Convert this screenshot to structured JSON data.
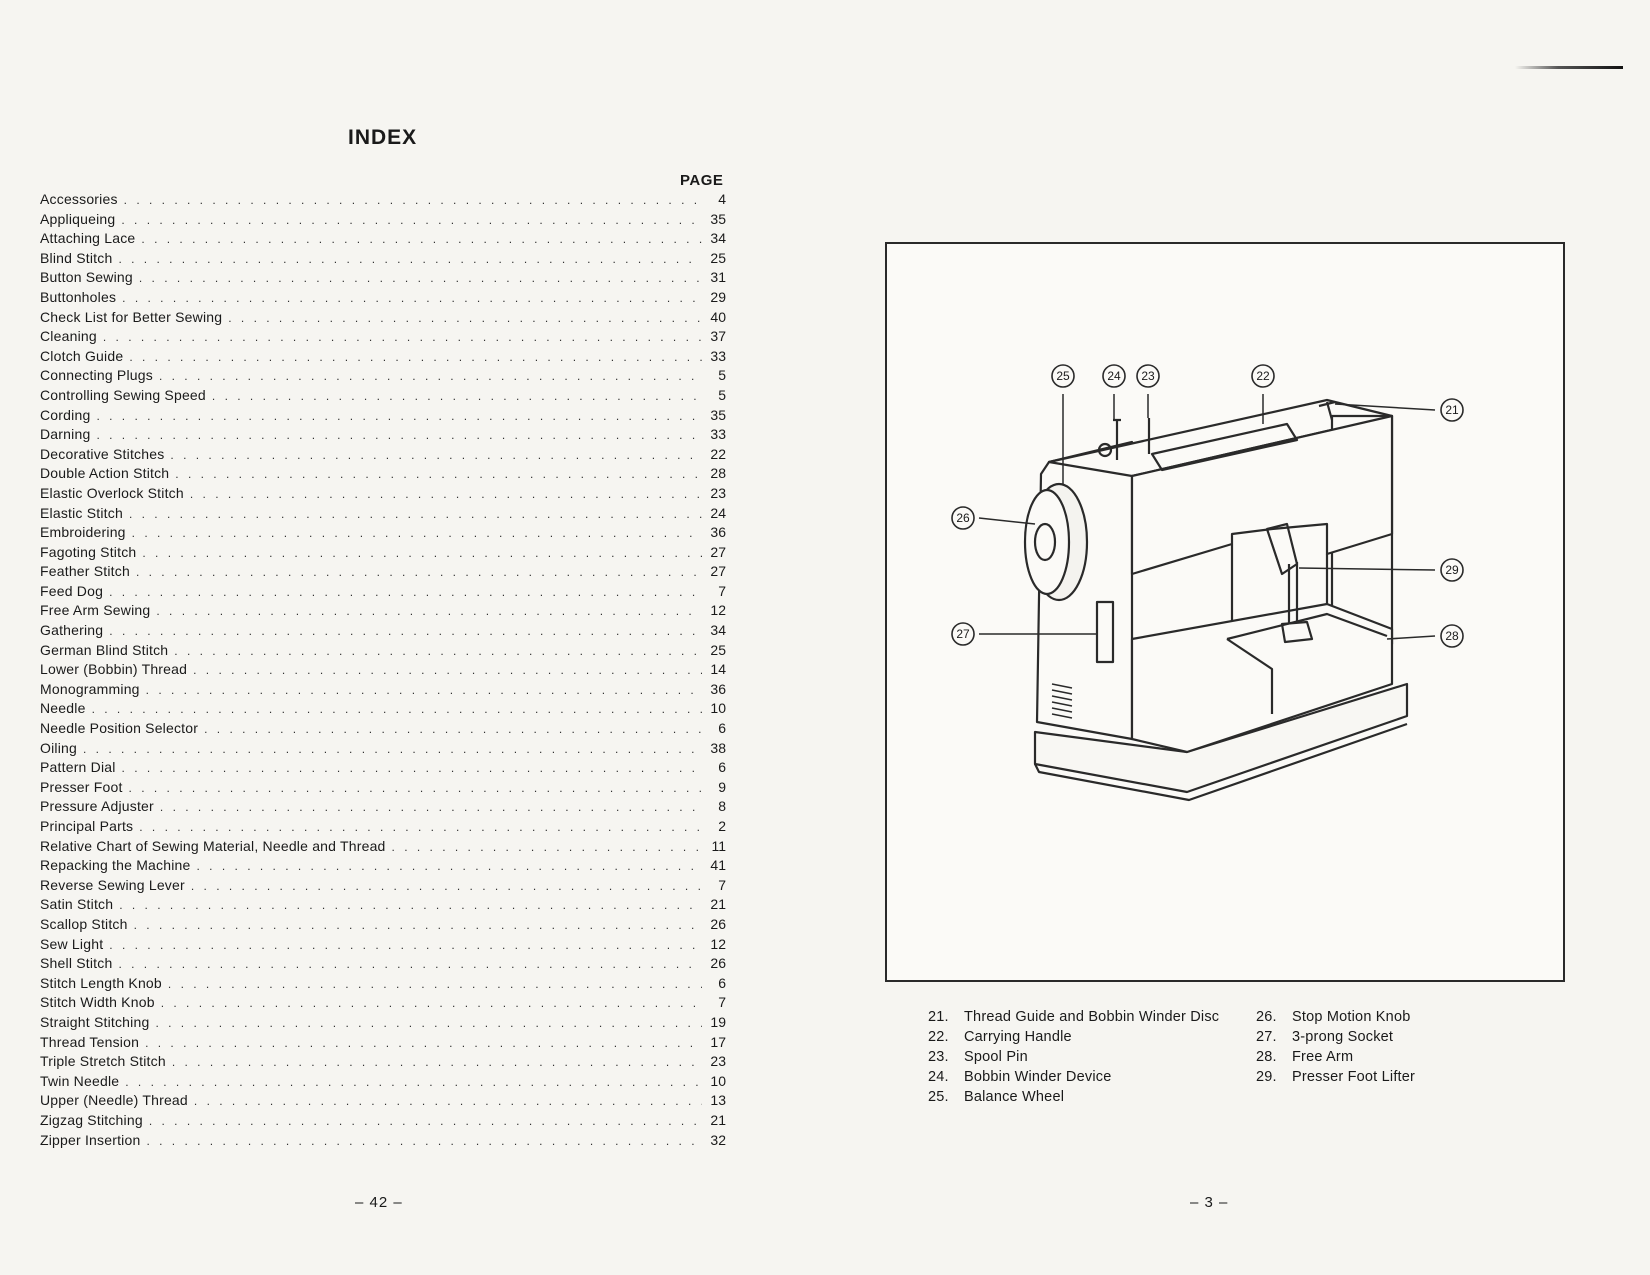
{
  "index": {
    "title": "INDEX",
    "page_column_label": "PAGE",
    "entries": [
      {
        "term": "Accessories",
        "page": "4"
      },
      {
        "term": "Appliqueing",
        "page": "35"
      },
      {
        "term": "Attaching Lace",
        "page": "34"
      },
      {
        "term": "Blind Stitch",
        "page": "25"
      },
      {
        "term": "Button Sewing",
        "page": "31"
      },
      {
        "term": "Buttonholes",
        "page": "29"
      },
      {
        "term": "Check List for Better Sewing",
        "page": "40"
      },
      {
        "term": "Cleaning",
        "page": "37"
      },
      {
        "term": "Clotch Guide",
        "page": "33"
      },
      {
        "term": "Connecting Plugs",
        "page": "5"
      },
      {
        "term": "Controlling Sewing Speed",
        "page": "5"
      },
      {
        "term": "Cording",
        "page": "35"
      },
      {
        "term": "Darning",
        "page": "33"
      },
      {
        "term": "Decorative Stitches",
        "page": "22"
      },
      {
        "term": "Double Action Stitch",
        "page": "28"
      },
      {
        "term": "Elastic Overlock Stitch",
        "page": "23"
      },
      {
        "term": "Elastic Stitch",
        "page": "24"
      },
      {
        "term": "Embroidering",
        "page": "36"
      },
      {
        "term": "Fagoting Stitch",
        "page": "27"
      },
      {
        "term": "Feather Stitch",
        "page": "27"
      },
      {
        "term": "Feed Dog",
        "page": "7"
      },
      {
        "term": "Free Arm Sewing",
        "page": "12"
      },
      {
        "term": "Gathering",
        "page": "34"
      },
      {
        "term": "German Blind Stitch",
        "page": "25"
      },
      {
        "term": "Lower (Bobbin) Thread",
        "page": "14"
      },
      {
        "term": "Monogramming",
        "page": "36"
      },
      {
        "term": "Needle",
        "page": "10"
      },
      {
        "term": "Needle Position Selector",
        "page": "6"
      },
      {
        "term": "Oiling",
        "page": "38"
      },
      {
        "term": "Pattern Dial",
        "page": "6"
      },
      {
        "term": "Presser Foot",
        "page": "9"
      },
      {
        "term": "Pressure Adjuster",
        "page": "8"
      },
      {
        "term": "Principal Parts",
        "page": "2"
      },
      {
        "term": "Relative Chart of Sewing Material, Needle and Thread",
        "page": "11"
      },
      {
        "term": "Repacking the Machine",
        "page": "41"
      },
      {
        "term": "Reverse Sewing Lever",
        "page": "7"
      },
      {
        "term": "Satin Stitch",
        "page": "21"
      },
      {
        "term": "Scallop Stitch",
        "page": "26"
      },
      {
        "term": "Sew Light",
        "page": "12"
      },
      {
        "term": "Shell Stitch",
        "page": "26"
      },
      {
        "term": "Stitch Length Knob",
        "page": "6"
      },
      {
        "term": "Stitch Width Knob",
        "page": "7"
      },
      {
        "term": "Straight Stitching",
        "page": "19"
      },
      {
        "term": "Thread Tension",
        "page": "17"
      },
      {
        "term": "Triple Stretch Stitch",
        "page": "23"
      },
      {
        "term": "Twin Needle",
        "page": "10"
      },
      {
        "term": "Upper (Needle) Thread",
        "page": "13"
      },
      {
        "term": "Zigzag Stitching",
        "page": "21"
      },
      {
        "term": "Zipper Insertion",
        "page": "32"
      }
    ],
    "page_number": "– 42 –"
  },
  "parts": {
    "callouts": [
      "25",
      "24",
      "23",
      "22",
      "21",
      "26",
      "29",
      "27",
      "28"
    ],
    "column_1": [
      {
        "num": "21.",
        "name": "Thread Guide and Bobbin Winder Disc"
      },
      {
        "num": "22.",
        "name": "Carrying Handle"
      },
      {
        "num": "23.",
        "name": "Spool Pin"
      },
      {
        "num": "24.",
        "name": "Bobbin Winder Device"
      },
      {
        "num": "25.",
        "name": "Balance Wheel"
      }
    ],
    "column_2": [
      {
        "num": "26.",
        "name": "Stop Motion Knob"
      },
      {
        "num": "27.",
        "name": "3-prong Socket"
      },
      {
        "num": "28.",
        "name": "Free Arm"
      },
      {
        "num": "29.",
        "name": "Presser Foot Lifter"
      }
    ],
    "page_number": "– 3 –"
  }
}
